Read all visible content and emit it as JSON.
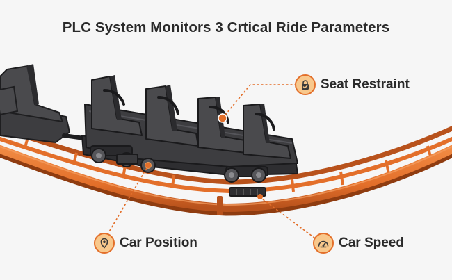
{
  "title": "PLC System Monitors 3 Crtical Ride Parameters",
  "callouts": {
    "seat_restraint": {
      "label": "Seat Restraint",
      "icon": "lock-check-icon"
    },
    "car_position": {
      "label": "Car Position",
      "icon": "location-pin-icon"
    },
    "car_speed": {
      "label": "Car Speed",
      "icon": "speedometer-icon"
    }
  },
  "colors": {
    "track": "#e36f2a",
    "track_dark": "#a94714",
    "car_body": "#3d3d40",
    "badge_fill": "#f8c88c",
    "background": "#f6f6f6"
  }
}
